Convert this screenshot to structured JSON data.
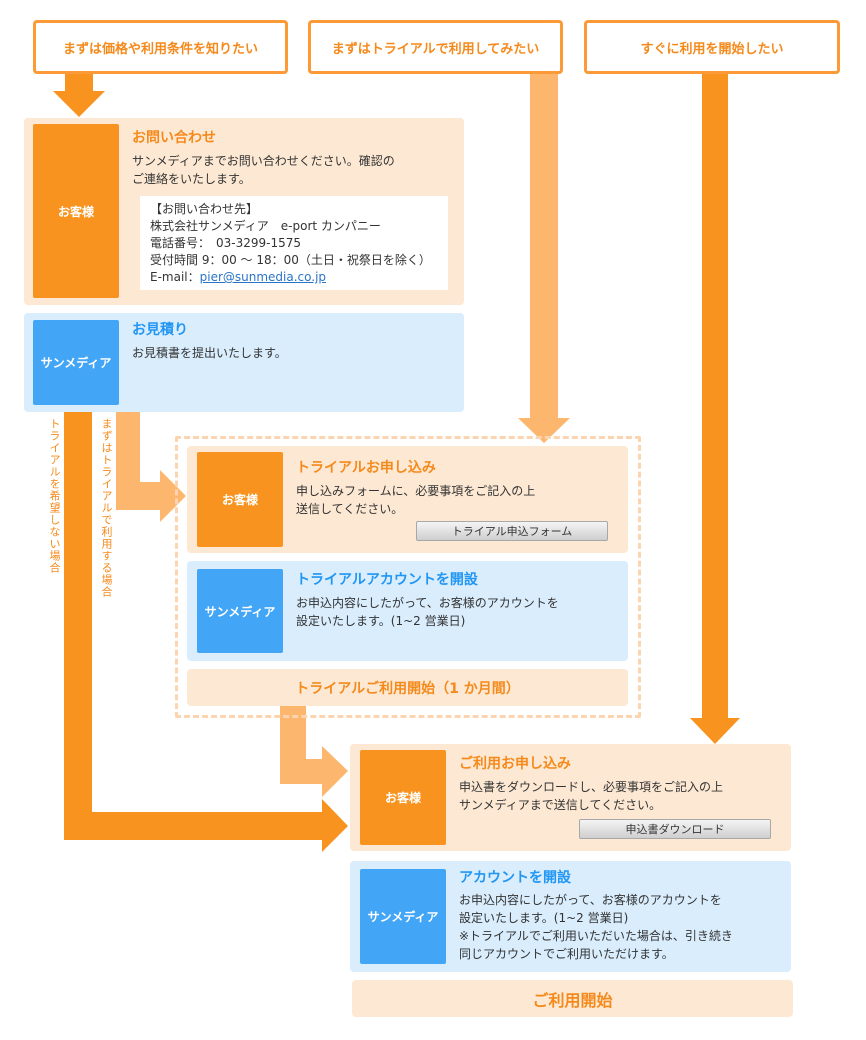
{
  "top_buttons": [
    {
      "label": "まずは価格や利用条件を知りたい"
    },
    {
      "label": "まずはトライアルで利用してみたい"
    },
    {
      "label": "すぐに利用を開始したい"
    }
  ],
  "branch_labels": {
    "no_trial": "トライアルを希望しない場合",
    "trial": "まずはトライアルで利用する場合"
  },
  "inquiry": {
    "role": "お客様",
    "title": "お問い合わせ",
    "desc": "サンメディアまでお問い合わせください。確認の\nご連絡をいたします。",
    "contact_lines": [
      "【お問い合わせ先】",
      "株式会社サンメディア　e-port カンパニー",
      "電話番号：　03-3299-1575",
      "受付時間 9：00 ～ 18：00（土日・祝祭日を除く）"
    ],
    "email_label": "E-mail：",
    "email": "pier@sunmedia.co.jp"
  },
  "estimate": {
    "role": "サンメディア",
    "title": "お見積り",
    "desc": "お見積書を提出いたします。"
  },
  "trial_apply": {
    "role": "お客様",
    "title": "トライアルお申し込み",
    "desc": "申し込みフォームに、必要事項をご記入の上\n送信してください。",
    "button": "トライアル申込フォーム"
  },
  "trial_account": {
    "role": "サンメディア",
    "title": "トライアルアカウントを開設",
    "desc": "お申込内容にしたがって、お客様のアカウントを\n設定いたします。(1~2 営業日)"
  },
  "trial_start": {
    "label": "トライアルご利用開始（1 か月間）"
  },
  "apply": {
    "role": "お客様",
    "title": "ご利用お申し込み",
    "desc": "申込書をダウンロードし、必要事項をご記入の上\nサンメディアまで送信してください。",
    "button": "申込書ダウンロード"
  },
  "account": {
    "role": "サンメディア",
    "title": "アカウントを開設",
    "desc": "お申込内容にしたがって、お客様のアカウントを\n設定いたします。(1~2 営業日)\n※トライアルでご利用いただいた場合は、引き続き\n同じアカウントでご利用いただけます。"
  },
  "start": {
    "label": "ご利用開始"
  },
  "colors": {
    "orange": "#f7931e",
    "light_orange": "#fdb66e",
    "blue": "#42a5f5",
    "cust_bg": "#fde9d3",
    "sun_bg": "#d9edfd"
  }
}
